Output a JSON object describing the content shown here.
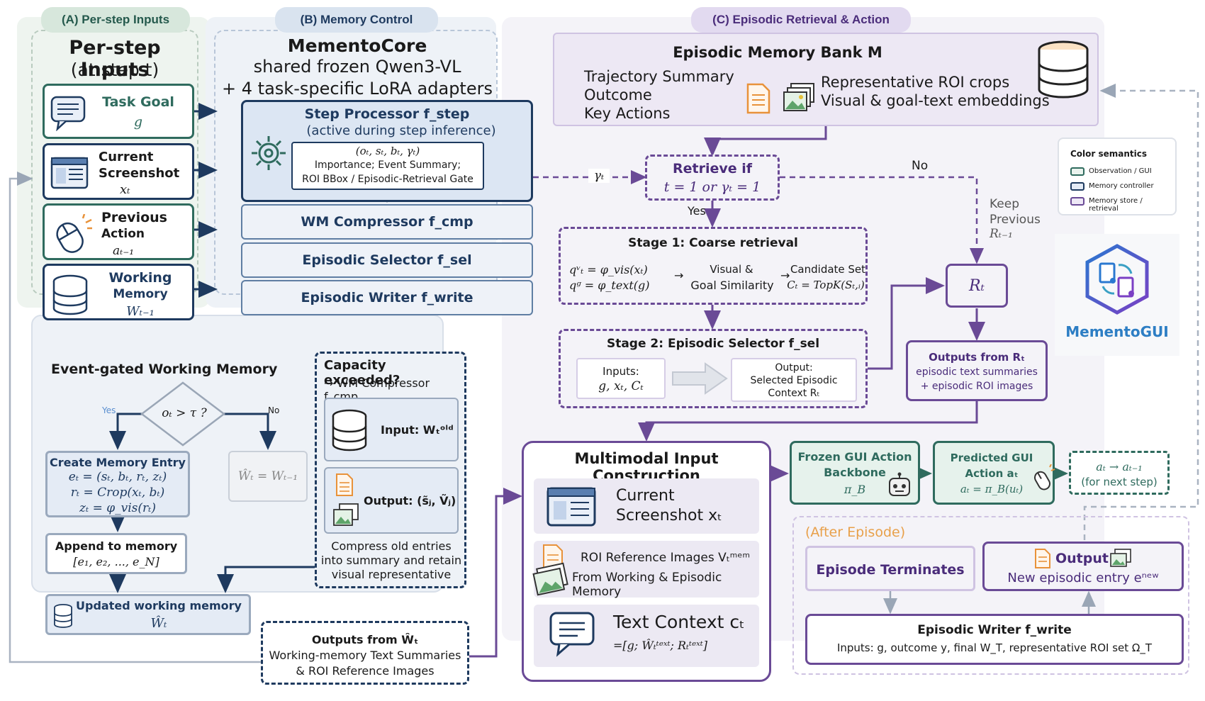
{
  "sections": {
    "a_label": "(A) Per-step Inputs",
    "b_label": "(B) Memory Control",
    "c_label": "(C) Episodic Retrieval & Action"
  },
  "inputs": {
    "title_line1": "Per-step Inputs",
    "title_line2": "(at step t)",
    "task_goal": "Task Goal",
    "task_goal_sym": "g",
    "screenshot_l1": "Current",
    "screenshot_l2": "Screenshot",
    "screenshot_sym": "xₜ",
    "prev_l1": "Previous",
    "prev_l2": "Action",
    "prev_sym": "aₜ₋₁",
    "wm_l1": "Working",
    "wm_l2": "Memory",
    "wm_sym": "Wₜ₋₁"
  },
  "core": {
    "title": "MementoCore",
    "sub1": "shared frozen Qwen3-VL",
    "sub2": "+ 4 task-specific LoRA adapters",
    "step_title": "Step Processor f_step",
    "step_sub": "(active during step inference)",
    "step_out1": "(oₜ, sₜ, bₜ, γₜ)",
    "step_out2": "Importance; Event Summary;",
    "step_out3": "ROI BBox / Episodic-Retrieval Gate",
    "wm_comp": "WM Compressor f_cmp",
    "ep_sel": "Episodic Selector f_sel",
    "ep_writer": "Episodic Writer f_write"
  },
  "bank": {
    "title": "Episodic Memory Bank M",
    "l1": "Trajectory Summary",
    "l2": "Outcome",
    "l3": "Key Actions",
    "r1": "Representative ROI crops",
    "r2": "Visual & goal-text embeddings"
  },
  "retrieve": {
    "gamma": "γₜ",
    "l1": "Retrieve if",
    "l2": "t = 1 or γₜ = 1",
    "yes": "Yes",
    "no": "No",
    "keep1": "Keep",
    "keep2": "Previous",
    "keep3": "Rₜ₋₁"
  },
  "stage1": {
    "title": "Stage 1: Coarse retrieval",
    "q1": "qᵛₜ = φ_vis(xₜ)",
    "q2": "qᵍ = φ_text(g)",
    "sim1": "Visual &",
    "sim2": "Goal Similarity",
    "cand1": "Candidate Set",
    "cand2": "Cₜ = TopK(Sₜ,ᵢ)"
  },
  "stage2": {
    "title": "Stage 2: Episodic Selector f_sel",
    "in1": "Inputs:",
    "in2": "g, xₜ, Cₜ",
    "out1": "Output:",
    "out2": "Selected Episodic",
    "out3": "Context Rₜ"
  },
  "rt": {
    "label": "Rₜ",
    "out_title": "Outputs from Rₜ",
    "out_l1": "episodic text summaries",
    "out_l2": "+ episodic ROI images"
  },
  "legend": {
    "title": "Color semantics",
    "i1": "Observation / GUI",
    "i2": "Memory controller",
    "i3": "Memory store / retrieval",
    "c1": "#2f6b5e",
    "c2": "#1e3a5f",
    "c3": "#6a4a96"
  },
  "logo": {
    "name": "MementoGUI"
  },
  "wm": {
    "title": "Event-gated Working Memory",
    "cond": "oₜ > τ ?",
    "yes": "Yes",
    "no": "No",
    "create_title": "Create Memory Entry",
    "create1": "eₜ = (sₜ, bₜ, rₜ, zₜ)",
    "create2": "rₜ = Crop(xₜ, bₜ)",
    "create3": "zₜ = φ_vis(rₜ)",
    "noop": "Ŵₜ = Wₜ₋₁",
    "append_title": "Append to memory",
    "append_val": "[e₁, e₂, ..., e_N]",
    "updated_title": "Updated working memory",
    "updated_sym": "Ŵₜ",
    "cap_title": "Capacity exceeded?",
    "cap_sub": "→ WM Compressor f_cmp",
    "cap_in": "Input: Wₜᵒˡᵈ",
    "cap_out": "Output: (s̃ⱼ, Ṽⱼ)",
    "cap_note1": "Compress old entries",
    "cap_note2": "into summary and retain",
    "cap_note3": "visual representative",
    "wout_title": "Outputs from Ŵₜ",
    "wout_l1": "Working-memory Text Summaries",
    "wout_l2": "& ROI Reference Images"
  },
  "mic": {
    "title": "Multimodal Input Construction",
    "s1": "Current",
    "s2": "Screenshot xₜ",
    "roi1": "ROI Reference Images Vₜᵐᵉᵐ",
    "roi2": "From Working & Episodic Memory",
    "tc1": "Text Context cₜ",
    "tc2": "=[g; Ŵₜᵗᵉˣᵗ; Rₜᵗᵉˣᵗ]"
  },
  "action": {
    "frozen1": "Frozen GUI Action",
    "frozen2": "Backbone",
    "frozen3": "π_B",
    "pred1": "Predicted GUI",
    "pred2": "Action aₜ",
    "pred3": "aₜ = π_B(uₜ)",
    "next1": "aₜ → aₜ₋₁",
    "next2": "(for next step)"
  },
  "after": {
    "label": "(After Episode)",
    "term": "Episode Terminates",
    "out_title": "Output",
    "out_sub": "New episodic entry eⁿᵉʷ",
    "writer_title": "Episodic Writer f_write",
    "writer_sub": "Inputs: g, outcome y, final W_T, representative ROI set Ω_T"
  }
}
